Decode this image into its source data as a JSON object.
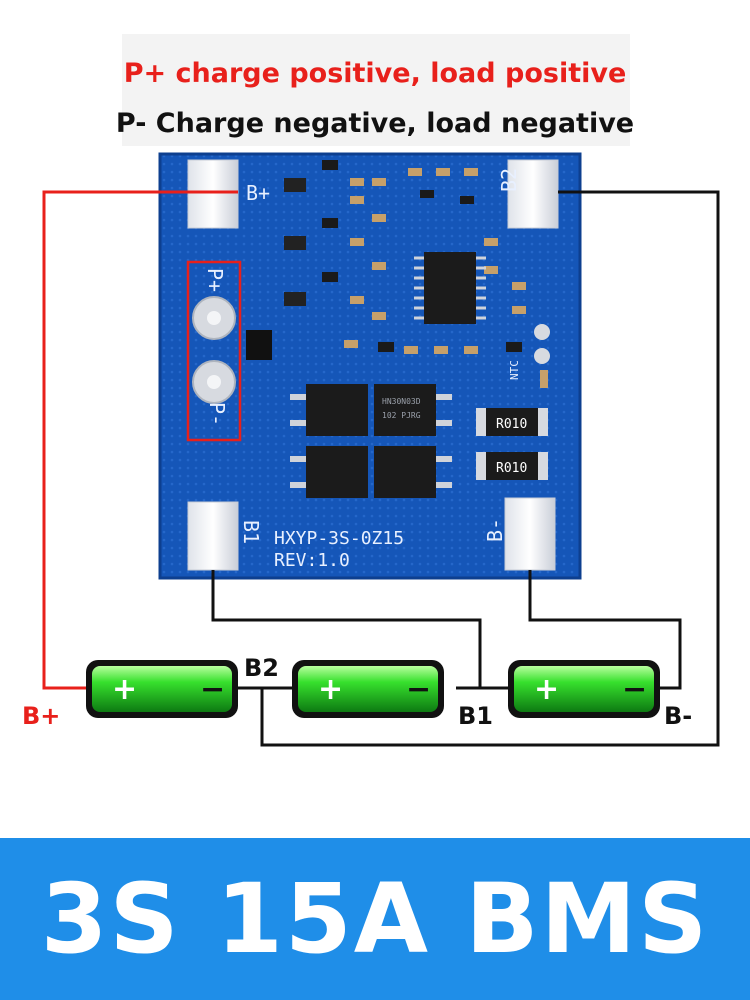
{
  "header": {
    "line1": "P+ charge positive, load positive",
    "line2": "P- Charge negative, load negative"
  },
  "board": {
    "pad_labels": {
      "b_plus": "B+",
      "b2": "B2",
      "b1": "B1",
      "b_minus": "B-",
      "p_plus": "P+",
      "p_minus": "P-",
      "ntc": "NTC"
    },
    "model": "HXYP-3S-0Z15",
    "revision": "REV:1.0",
    "resistor_code": "R010",
    "mosfet_text": "HN30N03D",
    "mosfet_code": "102 PJRG"
  },
  "wiring": {
    "labels": {
      "b_plus": "B+",
      "b2": "B2",
      "b1": "B1",
      "b_minus": "B-"
    },
    "battery_pos": "+",
    "battery_neg": "−"
  },
  "banner": {
    "title": "3S 15A BMS"
  },
  "colors": {
    "red": "#e8201b",
    "board": "#1556b8",
    "banner": "#1f8ee8",
    "battery": "#2fd82a"
  }
}
